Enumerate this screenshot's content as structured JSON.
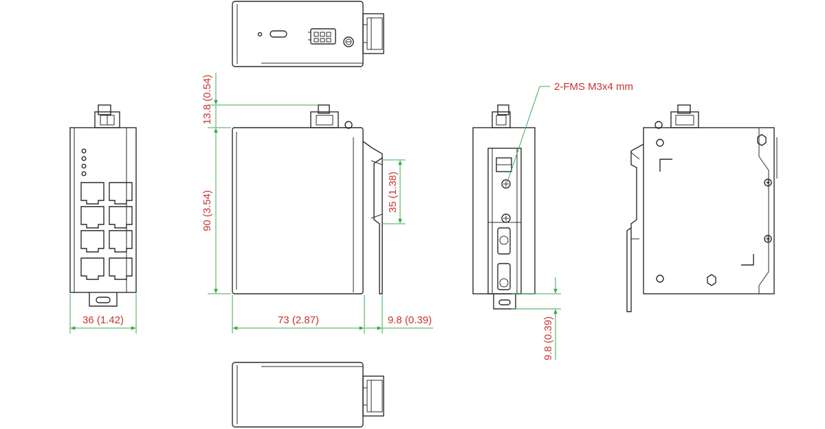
{
  "colors": {
    "outline": "#2a2a2a",
    "dimension": "#3aa84f",
    "label": "#c8332b",
    "background": "#ffffff"
  },
  "dimensions": {
    "front_width": "36 (1.42)",
    "side_depth": "73 (2.87)",
    "side_rail_depth": "9.8 (0.39)",
    "side_height": "90 (3.54)",
    "side_top_offset": "13.8 (0.54)",
    "rail_slot": "35 (1.38)",
    "rear_rail_offset": "9.8 (0.39)"
  },
  "callouts": {
    "screw_note": "2-FMS M3x4 mm"
  }
}
